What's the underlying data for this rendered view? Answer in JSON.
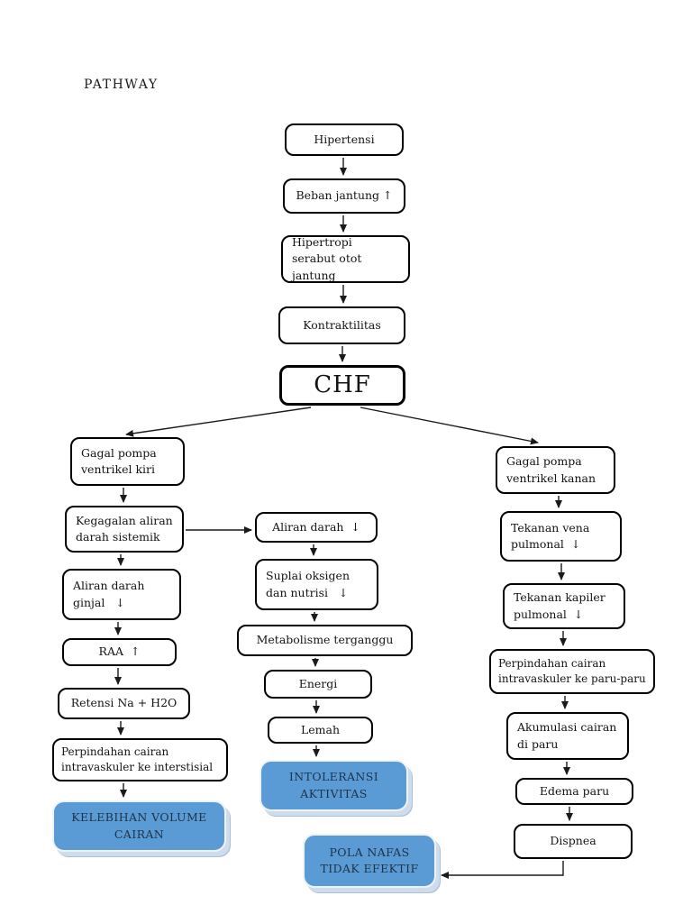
{
  "page": {
    "title": "PATHWAY"
  },
  "colors": {
    "background": "#ffffff",
    "node_fill": "#ffffff",
    "node_border": "#000000",
    "node_text": "#141414",
    "arrow": "#1a1a1a",
    "diagnosis_fill": "#5b9bd5",
    "diagnosis_border": "#eef3fa",
    "diagnosis_shadow": "#aabfda",
    "diagnosis_text": "#1e3348"
  },
  "nodes": [
    {
      "id": "hipertensi",
      "label": "Hipertensi",
      "kind": "process"
    },
    {
      "id": "beban-jantung",
      "label": "Beban jantung ↑",
      "kind": "process"
    },
    {
      "id": "hipertropi",
      "label": "Hipertropi serabut otot jantung",
      "kind": "process"
    },
    {
      "id": "kontraktilitas",
      "label": "Kontraktilitas",
      "kind": "process"
    },
    {
      "id": "chf",
      "label": "CHF",
      "kind": "process"
    },
    {
      "id": "gagal-pompa-ventrikel-kiri",
      "label": "Gagal pompa ventrikel kiri",
      "kind": "process"
    },
    {
      "id": "kegagalan-aliran-sistemik",
      "label": "Kegagalan aliran darah sistemik",
      "kind": "process"
    },
    {
      "id": "aliran-darah-ginjal",
      "label": "Aliran darah ginjal   ↓",
      "kind": "process"
    },
    {
      "id": "raa",
      "label": "RAA  ↑",
      "kind": "process"
    },
    {
      "id": "retensi-na-h2o",
      "label": "Retensi Na + H2O",
      "kind": "process"
    },
    {
      "id": "perpindahan-interstisial",
      "label": "Perpindahan cairan intravaskuler ke interstisial",
      "kind": "process"
    },
    {
      "id": "kelebihan-volume-cairan",
      "label": "KELEBIHAN VOLUME CAIRAN",
      "kind": "diagnosis"
    },
    {
      "id": "aliran-darah",
      "label": "Aliran darah  ↓",
      "kind": "process"
    },
    {
      "id": "suplai-oksigen",
      "label": "Suplai oksigen dan nutrisi   ↓",
      "kind": "process"
    },
    {
      "id": "metabolisme-terganggu",
      "label": "Metabolisme terganggu",
      "kind": "process"
    },
    {
      "id": "energi",
      "label": "Energi",
      "kind": "process"
    },
    {
      "id": "lemah",
      "label": "Lemah",
      "kind": "process"
    },
    {
      "id": "intoleransi-aktivitas",
      "label": "INTOLERANSI AKTIVITAS",
      "kind": "diagnosis"
    },
    {
      "id": "pola-nafas-tidak-efektif",
      "label": "POLA NAFAS TIDAK EFEKTIF",
      "kind": "diagnosis"
    },
    {
      "id": "gagal-pompa-ventrikel-kanan",
      "label": "Gagal pompa ventrikel kanan",
      "kind": "process"
    },
    {
      "id": "tekanan-vena-pulmonal",
      "label": "Tekanan vena pulmonal  ↓",
      "kind": "process"
    },
    {
      "id": "tekanan-kapiler-pulmonal",
      "label": "Tekanan kapiler pulmonal  ↓",
      "kind": "process"
    },
    {
      "id": "perpindahan-paru",
      "label": "Perpindahan cairan intravaskuler ke paru-paru",
      "kind": "process"
    },
    {
      "id": "akumulasi-cairan",
      "label": "Akumulasi cairan di paru",
      "kind": "process"
    },
    {
      "id": "edema-paru",
      "label": "Edema paru",
      "kind": "process"
    },
    {
      "id": "dispnea",
      "label": "Dispnea",
      "kind": "process"
    }
  ],
  "edges": [
    {
      "from": "hipertensi",
      "to": "beban-jantung"
    },
    {
      "from": "beban-jantung",
      "to": "hipertropi"
    },
    {
      "from": "hipertropi",
      "to": "kontraktilitas"
    },
    {
      "from": "kontraktilitas",
      "to": "chf"
    },
    {
      "from": "chf",
      "to": "gagal-pompa-ventrikel-kiri"
    },
    {
      "from": "chf",
      "to": "gagal-pompa-ventrikel-kanan"
    },
    {
      "from": "gagal-pompa-ventrikel-kiri",
      "to": "kegagalan-aliran-sistemik"
    },
    {
      "from": "kegagalan-aliran-sistemik",
      "to": "aliran-darah-ginjal"
    },
    {
      "from": "kegagalan-aliran-sistemik",
      "to": "aliran-darah"
    },
    {
      "from": "aliran-darah-ginjal",
      "to": "raa"
    },
    {
      "from": "raa",
      "to": "retensi-na-h2o"
    },
    {
      "from": "retensi-na-h2o",
      "to": "perpindahan-interstisial"
    },
    {
      "from": "perpindahan-interstisial",
      "to": "kelebihan-volume-cairan"
    },
    {
      "from": "aliran-darah",
      "to": "suplai-oksigen"
    },
    {
      "from": "suplai-oksigen",
      "to": "metabolisme-terganggu"
    },
    {
      "from": "metabolisme-terganggu",
      "to": "energi"
    },
    {
      "from": "energi",
      "to": "lemah"
    },
    {
      "from": "lemah",
      "to": "intoleransi-aktivitas"
    },
    {
      "from": "gagal-pompa-ventrikel-kanan",
      "to": "tekanan-vena-pulmonal"
    },
    {
      "from": "tekanan-vena-pulmonal",
      "to": "tekanan-kapiler-pulmonal"
    },
    {
      "from": "tekanan-kapiler-pulmonal",
      "to": "perpindahan-paru"
    },
    {
      "from": "perpindahan-paru",
      "to": "akumulasi-cairan"
    },
    {
      "from": "akumulasi-cairan",
      "to": "edema-paru"
    },
    {
      "from": "edema-paru",
      "to": "dispnea"
    },
    {
      "from": "dispnea",
      "to": "pola-nafas-tidak-efektif"
    }
  ]
}
